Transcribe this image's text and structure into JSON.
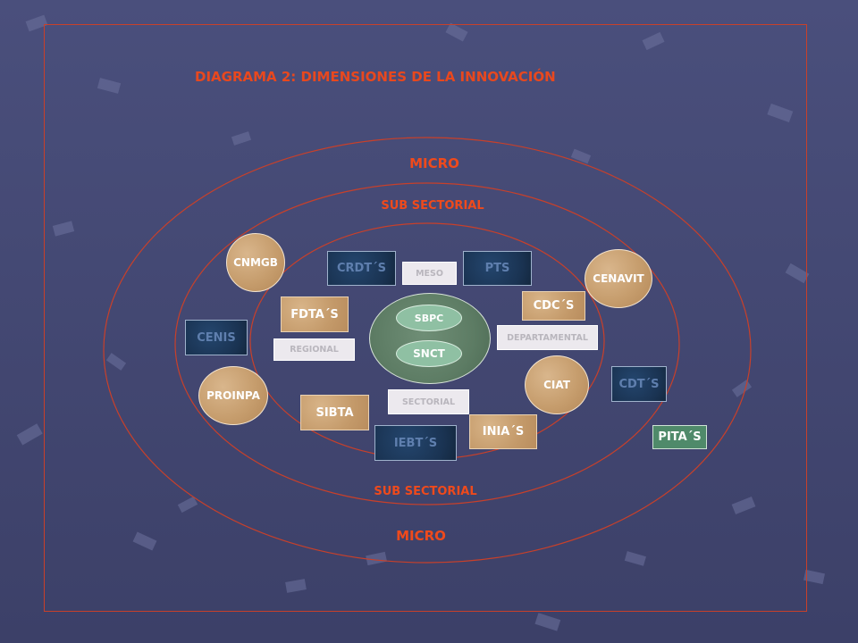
{
  "title": "DIAGRAMA 2: DIMENSIONES DE LA INNOVACIÓN",
  "rings": {
    "micro_top": "MICRO",
    "subsectorial_top": "SUB SECTORIAL",
    "subsectorial_bottom": "SUB SECTORIAL",
    "micro_bottom": "MICRO"
  },
  "core": {
    "top": "SBPC",
    "bottom": "SNCT"
  },
  "labels": {
    "meso": "MESO",
    "regional": "REGIONAL",
    "departamental": "DEPARTAMENTAL",
    "sectorial": "SECTORIAL"
  },
  "institutions": {
    "cnmgb": "CNMGB",
    "crdts": "CRDT´S",
    "pts": "PTS",
    "cenavit": "CENAVIT",
    "fdtas": "FDTA´S",
    "cdcs": "CDC´S",
    "cenis": "CENIS",
    "proinpa": "PROINPA",
    "ciat": "CIAT",
    "cdts": "CDT´S",
    "sibta": "SIBTA",
    "inias": "INIA´S",
    "iebts": "IEBT´S",
    "pitas": "PITA´S"
  },
  "colors": {
    "background": "#434873",
    "accent": "#e8481e",
    "tan": "#c9a173",
    "navy": "#1e3a5c",
    "green": "#4f8a6a"
  }
}
